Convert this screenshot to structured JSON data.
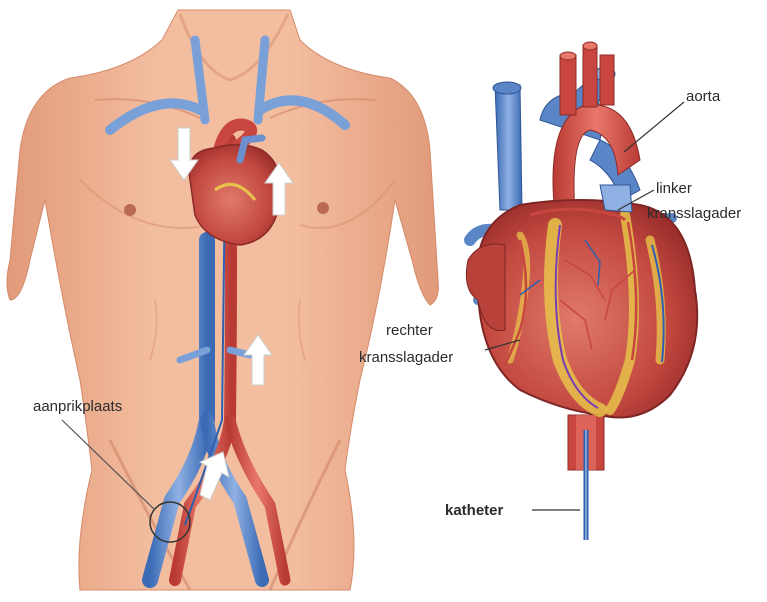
{
  "labels": {
    "aorta": "aorta",
    "left_coronary_1": "linker",
    "left_coronary_2": "kransslagader",
    "right_coronary_1": "rechter",
    "right_coronary_2": "kransslagader",
    "puncture_site": "aanprikplaats",
    "catheter": "katheter"
  },
  "colors": {
    "skin": "#efb293",
    "skin_shadow": "#d98e6d",
    "artery": "#c8463f",
    "vein": "#5a86c8",
    "vein_light": "#9cb8e0",
    "fat": "#e8c24a",
    "arrow": "#ffffff"
  }
}
